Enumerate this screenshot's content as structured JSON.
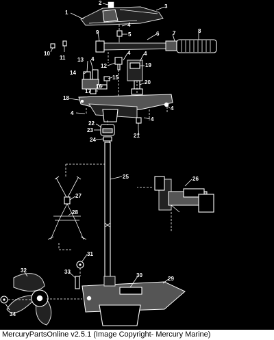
{
  "colors": {
    "background": "#000000",
    "linework": "#ffffff",
    "caption_bg": "#ffffff",
    "caption_text": "#000000"
  },
  "callouts": {
    "n1": "1",
    "n2": "2",
    "n3": "3",
    "n4a": "4",
    "n4b": "4",
    "n4c": "4",
    "n4d": "4",
    "n4e": "4",
    "n4f": "4",
    "n4g": "4",
    "n5": "5",
    "n6": "6",
    "n7": "7",
    "n8": "8",
    "n9": "9",
    "n10": "10",
    "n11": "11",
    "n12": "12",
    "n13": "13",
    "n14": "14",
    "n15": "15",
    "n16": "16",
    "n17": "17",
    "n18": "18",
    "n19": "19",
    "n20": "20",
    "n21": "21",
    "n22": "22",
    "n23": "23",
    "n24": "24",
    "n25": "25",
    "n26": "26",
    "n27": "27",
    "n28": "28",
    "n29": "29",
    "n30": "30",
    "n31": "31",
    "n32": "32",
    "n33": "33",
    "n34": "34"
  },
  "caption": "MercuryPartsOnline v2.5.1 (Image Copyright- Mercury Marine)"
}
